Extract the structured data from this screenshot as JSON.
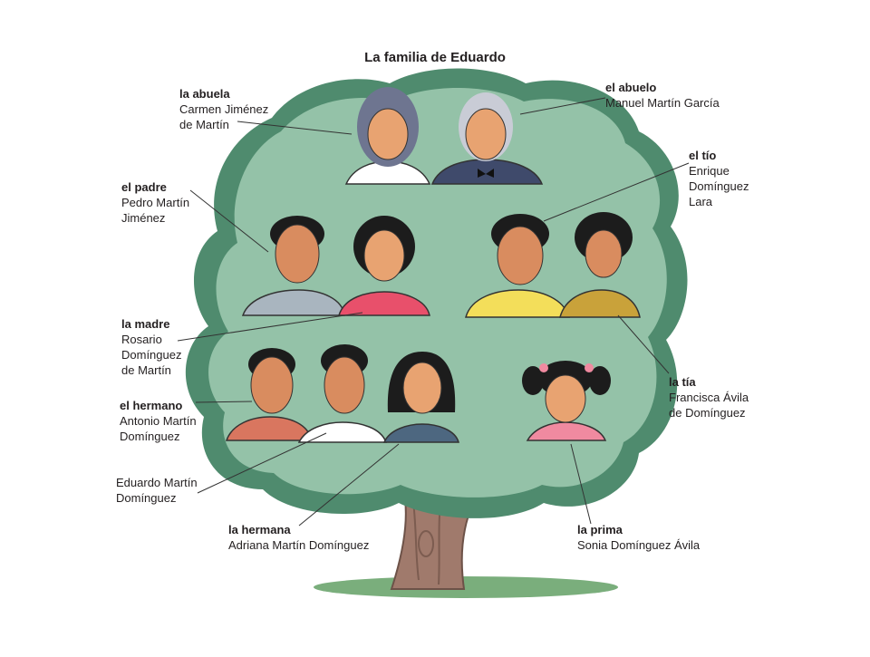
{
  "title": "La familia de Eduardo",
  "members": {
    "abuela": {
      "role": "la abuela",
      "name_lines": [
        "Carmen Jiménez",
        "de Martín"
      ]
    },
    "abuelo": {
      "role": "el abuelo",
      "name_lines": [
        "Manuel Martín García"
      ]
    },
    "padre": {
      "role": "el padre",
      "name_lines": [
        "Pedro Martín",
        "Jiménez"
      ]
    },
    "tio": {
      "role": "el tío",
      "name_lines": [
        "Enrique",
        "Domínguez",
        "Lara"
      ]
    },
    "madre": {
      "role": "la madre",
      "name_lines": [
        "Rosario",
        "Domínguez",
        "de Martín"
      ]
    },
    "tia": {
      "role": "la tía",
      "name_lines": [
        "Francisca Ávila",
        "de Domínguez"
      ]
    },
    "hermano": {
      "role": "el hermano",
      "name_lines": [
        "Antonio Martín",
        "Domínguez"
      ]
    },
    "eduardo": {
      "role": "",
      "name_lines": [
        "Eduardo Martín",
        "Domínguez"
      ]
    },
    "hermana": {
      "role": "la hermana",
      "name_lines": [
        "Adriana Martín Domínguez"
      ]
    },
    "prima": {
      "role": "la prima",
      "name_lines": [
        "Sonia Domínguez Ávila"
      ]
    }
  },
  "colors": {
    "tree_dark": "#4f8b6e",
    "tree_light": "#94c2a8",
    "trunk": "#a07a6c",
    "grass": "#7aae7c",
    "skin": "#e8a371"
  }
}
